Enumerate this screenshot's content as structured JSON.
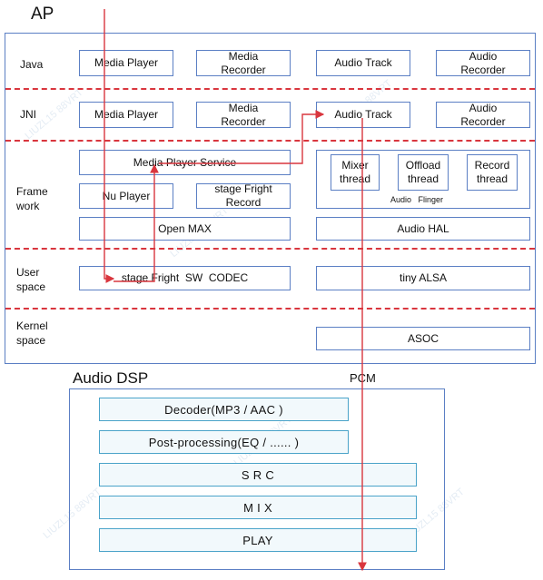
{
  "ap": {
    "title": "AP"
  },
  "layers": {
    "java": "Java",
    "jni": "JNI",
    "framework": "Frame\nwork",
    "user_space": "User\nspace",
    "kernel_space": "Kernel\nspace"
  },
  "boxes": {
    "java_media_player": "Media Player",
    "java_media_recorder": "Media\nRecorder",
    "java_audio_track": "Audio Track",
    "java_audio_recorder": "Audio\nRecorder",
    "jni_media_player": "Media Player",
    "jni_media_recorder": "Media\nRecorder",
    "jni_audio_track": "Audio Track",
    "jni_audio_recorder": "Audio\nRecorder",
    "media_player_service": "Media Player Service",
    "nu_player": "Nu Player",
    "stagefright_record": "stage Fright\nRecord",
    "open_max": "Open MAX",
    "mixer_thread": "Mixer\nthread",
    "offload_thread": "Offload\nthread",
    "record_thread": "Record\nthread",
    "audio_flinger": "Audio   Flinger",
    "audio_hal": "Audio HAL",
    "stagefright_codec": "stage Fright  SW  CODEC",
    "tiny_alsa": "tiny ALSA",
    "asoc": "ASOC"
  },
  "pcm_label": "PCM",
  "dsp": {
    "title": "Audio DSP",
    "decoder": "Decoder(MP3 / AAC )",
    "post_processing": "Post-processing(EQ / ...... )",
    "src": "S R C",
    "mix": "M I X",
    "play": "PLAY"
  },
  "colors": {
    "box_border": "#5b7fc4",
    "dsp_border": "#4aa3c9",
    "flow_arrow": "#d9363e"
  }
}
